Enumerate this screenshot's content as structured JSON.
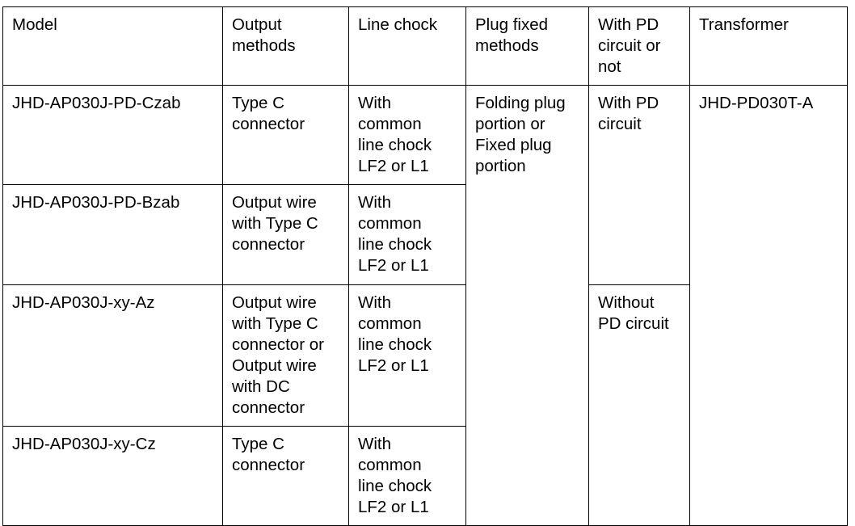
{
  "table": {
    "columns": [
      {
        "key": "model",
        "label": "Model"
      },
      {
        "key": "output",
        "label": "Output\nmethods"
      },
      {
        "key": "chock",
        "label": "Line chock"
      },
      {
        "key": "plug",
        "label": "Plug fixed\nmethods"
      },
      {
        "key": "pd",
        "label": "With PD\ncircuit or\nnot"
      },
      {
        "key": "trans",
        "label": "Transformer"
      }
    ],
    "rows": [
      {
        "model": "JHD-AP030J-PD-Czab",
        "output": "Type C\nconnector",
        "chock": "With\ncommon\nline chock\nLF2 or L1",
        "plug": "Folding plug\nportion or\nFixed plug\nportion",
        "pd": "With PD\ncircuit",
        "trans": "JHD-PD030T-A"
      },
      {
        "model": "JHD-AP030J-PD-Bzab",
        "output": "Output wire\nwith Type C\nconnector",
        "chock": "With\ncommon\nline chock\nLF2 or L1"
      },
      {
        "model": "JHD-AP030J-xy-Az",
        "output": "Output wire\nwith Type C\nconnector or\nOutput wire\nwith DC\nconnector",
        "chock": "With\ncommon\nline chock\nLF2 or L1",
        "pd": "Without\nPD circuit"
      },
      {
        "model": "JHD-AP030J-xy-Cz",
        "output": "Type C\nconnector",
        "chock": "With\ncommon\nline chock\nLF2 or L1"
      }
    ]
  },
  "colors": {
    "border": "#000000",
    "text": "#000000",
    "background": "#ffffff"
  }
}
